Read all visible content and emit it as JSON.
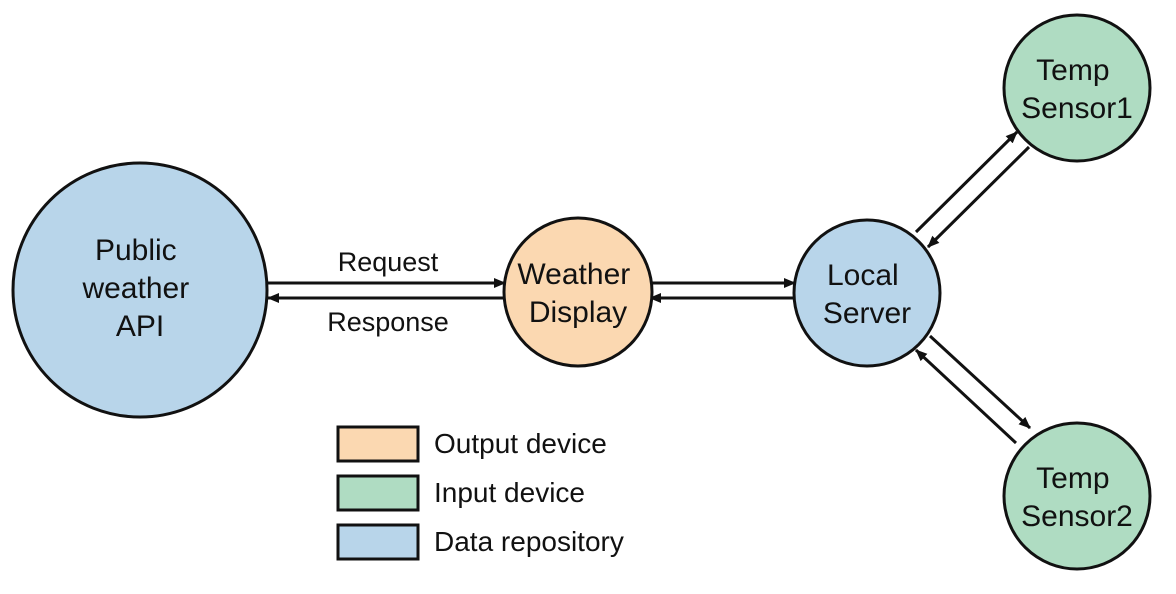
{
  "nodes": {
    "api": {
      "lines": [
        "Public",
        "weather",
        "API"
      ],
      "color": "#b8d5ea"
    },
    "display": {
      "lines": [
        "Weather",
        "Display"
      ],
      "color": "#fbd8b1"
    },
    "server": {
      "lines": [
        "Local",
        "Server"
      ],
      "color": "#b8d5ea"
    },
    "sensor1": {
      "lines": [
        "Temp",
        "Sensor1"
      ],
      "color": "#afdcc2"
    },
    "sensor2": {
      "lines": [
        "Temp",
        "Sensor2"
      ],
      "color": "#afdcc2"
    }
  },
  "edges": {
    "request_label": "Request",
    "response_label": "Response"
  },
  "legend": {
    "items": [
      {
        "label": "Output device",
        "color": "#fbd8b1"
      },
      {
        "label": "Input device",
        "color": "#afdcc2"
      },
      {
        "label": "Data repository",
        "color": "#b8d5ea"
      }
    ]
  },
  "colors": {
    "stroke": "#111111",
    "background": "#ffffff"
  }
}
